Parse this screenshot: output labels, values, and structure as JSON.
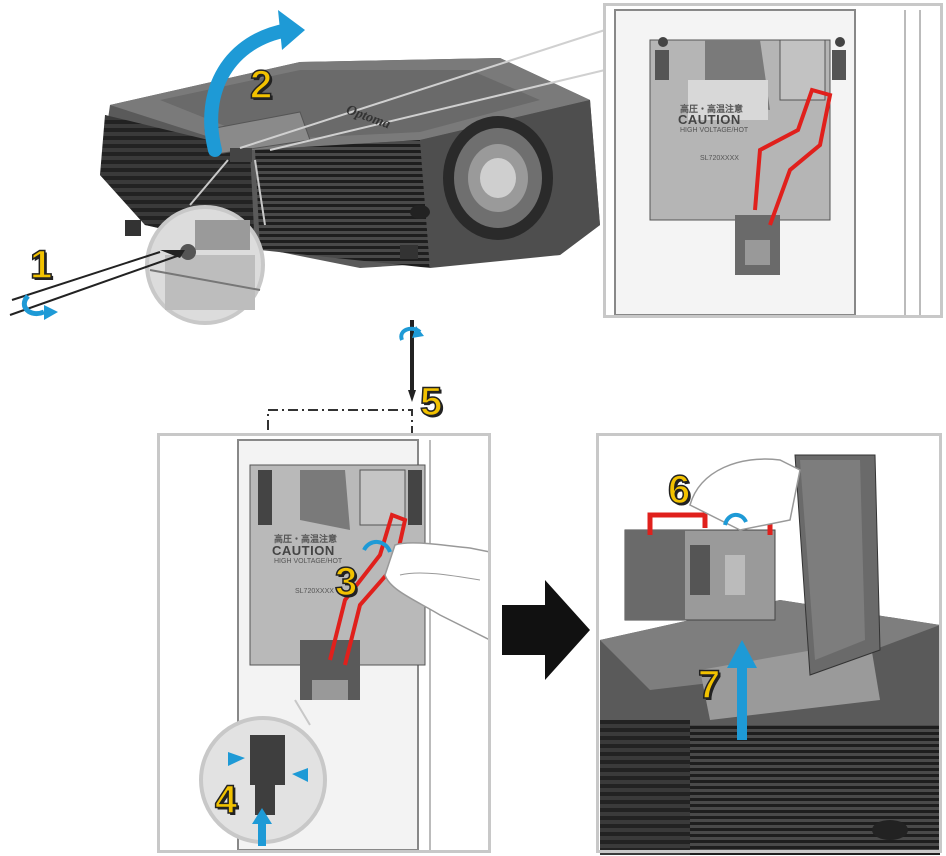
{
  "steps": {
    "s1": "1",
    "s2": "2",
    "s3": "3",
    "s4": "4",
    "s5": "5",
    "s6": "6",
    "s7": "7"
  },
  "brand_text": "Optoma",
  "label_top": {
    "cjk": "高圧・高温注意",
    "caution": "CAUTION",
    "subtext": "HIGH VOLTAGE/HOT",
    "code": "SL720XXXX"
  },
  "label_bottom": {
    "cjk": "高圧・高温注意",
    "caution": "CAUTION",
    "subtext": "HIGH VOLTAGE/HOT",
    "code": "SL720XXXX"
  },
  "colors": {
    "step_fill": "#f2c200",
    "arrow_blue": "#1e9ad6",
    "handle_red": "#e0201c",
    "panel_border": "#c8c8c8",
    "big_arrow": "#111111"
  }
}
